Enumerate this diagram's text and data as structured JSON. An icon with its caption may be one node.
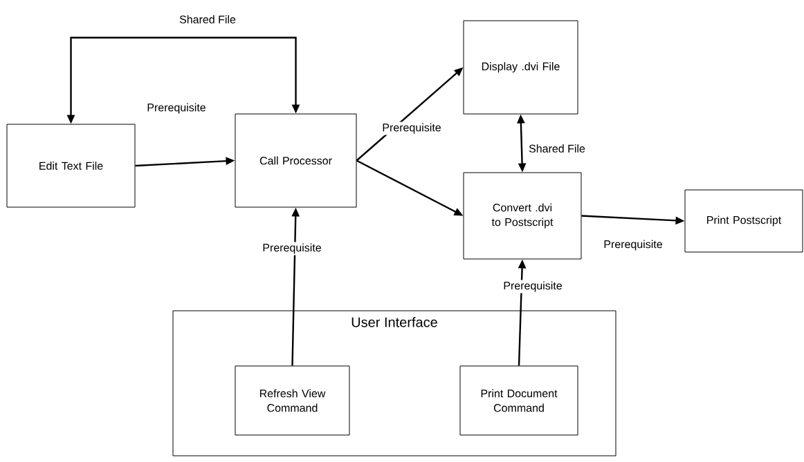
{
  "diagram": {
    "nodes": [
      {
        "text": [
          "Edit Text File"
        ]
      },
      {
        "text": [
          "Call Processor"
        ]
      },
      {
        "text": [
          "Display .dvi File"
        ]
      },
      {
        "text": [
          "Convert .dvi to Postscript"
        ]
      },
      {
        "text": [
          "Print Postscript"
        ]
      },
      {
        "text": [
          "User Interface"
        ]
      },
      {
        "text": [
          "Refresh View Command"
        ],
        "in": 5
      },
      {
        "text": [
          "Print Document Command"
        ],
        "in": 5
      }
    ],
    "edges": [
      {
        "from": 0,
        "to": 1,
        "arrow": "both",
        "label": "Shared File"
      },
      {
        "from": 0,
        "to": 1,
        "arrow": "to",
        "label": "Prerequisite"
      },
      {
        "from": 1,
        "to": 2,
        "arrow": "to",
        "label": "Prerequisite"
      },
      {
        "from": 1,
        "to": 3,
        "arrow": "to"
      },
      {
        "from": 2,
        "to": 3,
        "arrow": "both",
        "label": "Shared File"
      },
      {
        "from": 3,
        "to": 4,
        "arrow": "to",
        "label": "Prerequisite"
      },
      {
        "from": 6,
        "to": 1,
        "arrow": "to",
        "label": "Prerequisite"
      },
      {
        "from": 7,
        "to": 3,
        "arrow": "to",
        "label": "Prerequisite"
      }
    ]
  }
}
